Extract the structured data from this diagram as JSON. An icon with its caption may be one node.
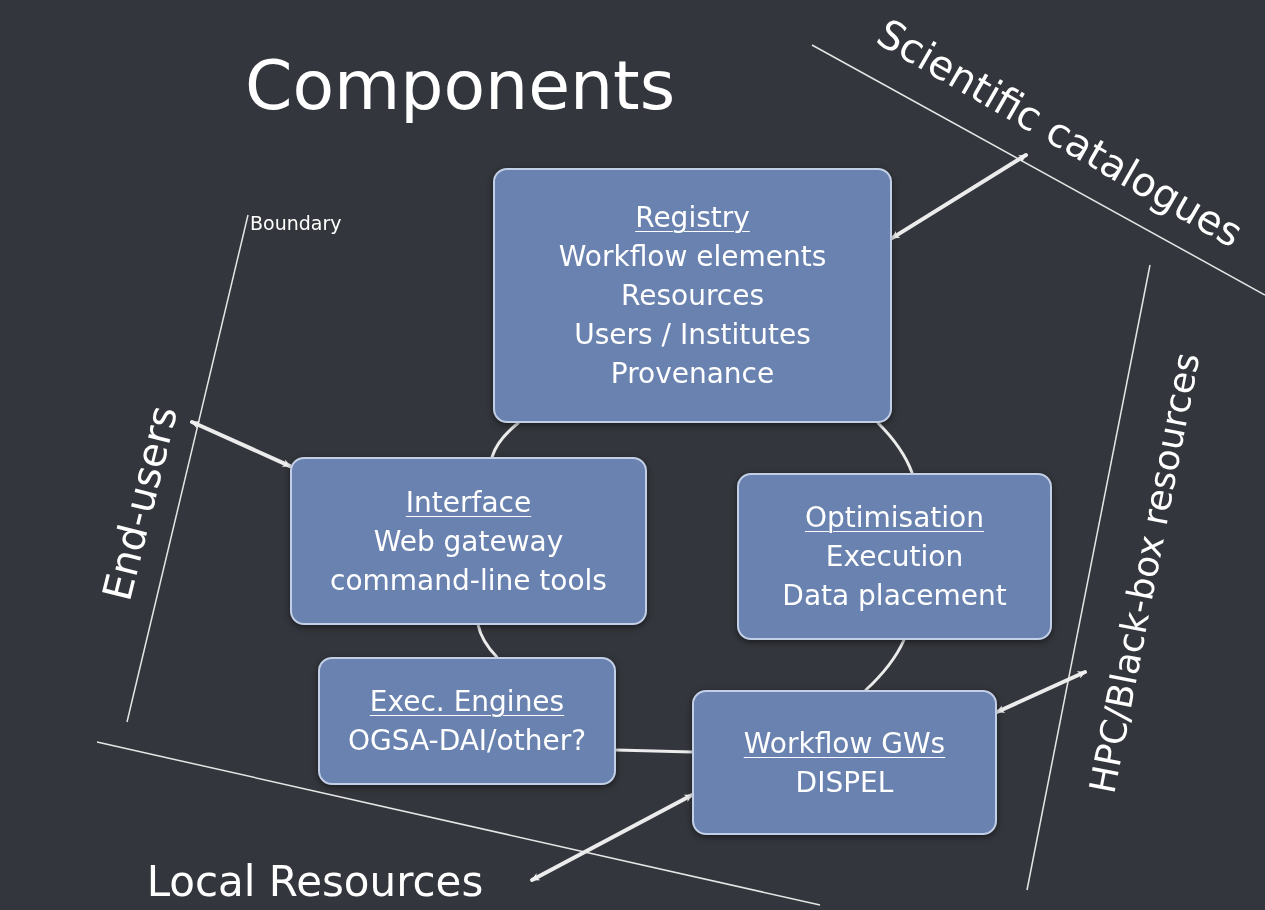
{
  "diagram": {
    "title": "Components",
    "nodes": [
      {
        "text": [
          "Registry",
          "Workflow elements",
          "Resources",
          "Users / Institutes",
          "Provenance"
        ]
      },
      {
        "text": [
          "Interface",
          "Web gateway",
          "command-line tools"
        ]
      },
      {
        "text": [
          "Optimisation",
          "Execution",
          "Data placement"
        ]
      },
      {
        "text": [
          "Exec. Engines",
          "OGSA-DAI/other?"
        ]
      },
      {
        "text": [
          "Workflow GWs",
          "DISPEL"
        ]
      },
      {
        "text": [
          "End-users"
        ]
      },
      {
        "text": [
          "Scientific catalogues"
        ]
      },
      {
        "text": [
          "HPC/Black-box resources"
        ]
      },
      {
        "text": [
          "Local Resources"
        ]
      }
    ],
    "edges": [
      {
        "from": 0,
        "to": 1,
        "arrow": "none"
      },
      {
        "from": 0,
        "to": 2,
        "arrow": "none"
      },
      {
        "from": 1,
        "to": 3,
        "arrow": "none"
      },
      {
        "from": 3,
        "to": 4,
        "arrow": "none"
      },
      {
        "from": 2,
        "to": 4,
        "arrow": "none"
      },
      {
        "from": 5,
        "to": 1,
        "arrow": "both"
      },
      {
        "from": 0,
        "to": 6,
        "arrow": "both"
      },
      {
        "from": 4,
        "to": 7,
        "arrow": "both"
      },
      {
        "from": 4,
        "to": 8,
        "arrow": "both"
      }
    ],
    "labels": [
      "Boundary"
    ]
  }
}
